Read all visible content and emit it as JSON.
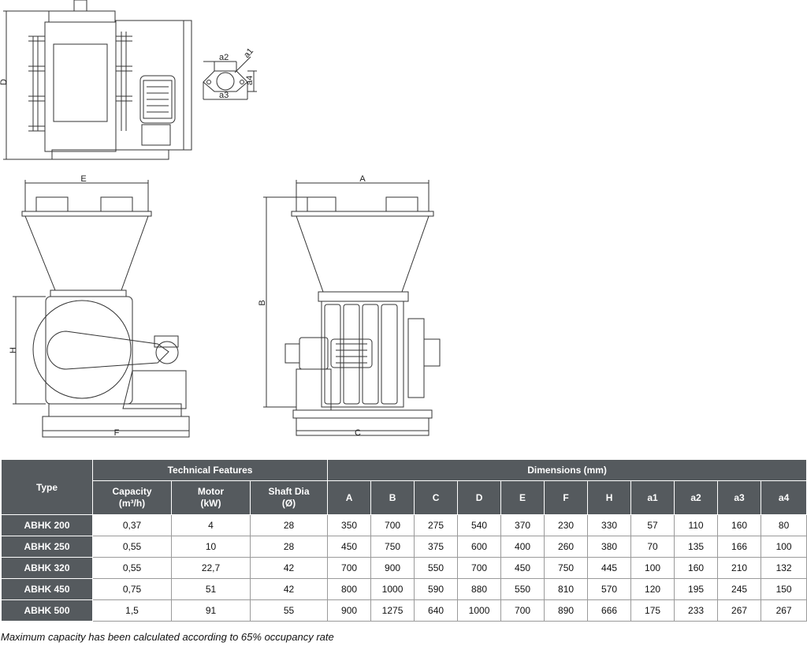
{
  "labels": {
    "D": "D",
    "E": "E",
    "A": "A",
    "H": "H",
    "B": "B",
    "F": "F",
    "C": "C",
    "a1": "a1",
    "a2": "a2",
    "a3": "a3",
    "a4": "a4"
  },
  "table": {
    "type_header": "Type",
    "technical_header": "Technical Features",
    "dimensions_header": "Dimensions (mm)",
    "tech_columns": [
      {
        "line1": "Capacity",
        "line2": "(m³/h)"
      },
      {
        "line1": "Motor",
        "line2": "(kW)"
      },
      {
        "line1": "Shaft Dia",
        "line2": "(Ø)"
      }
    ],
    "dim_columns": [
      "A",
      "B",
      "C",
      "D",
      "E",
      "F",
      "H",
      "a1",
      "a2",
      "a3",
      "a4"
    ],
    "rows": [
      {
        "type": "ABHK 200",
        "values": [
          "0,37",
          "4",
          "28",
          "350",
          "700",
          "275",
          "540",
          "370",
          "230",
          "330",
          "57",
          "110",
          "160",
          "80"
        ]
      },
      {
        "type": "ABHK 250",
        "values": [
          "0,55",
          "10",
          "28",
          "450",
          "750",
          "375",
          "600",
          "400",
          "260",
          "380",
          "70",
          "135",
          "166",
          "100"
        ]
      },
      {
        "type": "ABHK 320",
        "values": [
          "0,55",
          "22,7",
          "42",
          "700",
          "900",
          "550",
          "700",
          "450",
          "750",
          "445",
          "100",
          "160",
          "210",
          "132"
        ]
      },
      {
        "type": "ABHK 450",
        "values": [
          "0,75",
          "51",
          "42",
          "800",
          "1000",
          "590",
          "880",
          "550",
          "810",
          "570",
          "120",
          "195",
          "245",
          "150"
        ]
      },
      {
        "type": "ABHK 500",
        "values": [
          "1,5",
          "91",
          "55",
          "900",
          "1275",
          "640",
          "1000",
          "700",
          "890",
          "666",
          "175",
          "233",
          "267",
          "267"
        ]
      }
    ]
  },
  "footnote": "Maximum capacity has been calculated according to 65% occupancy rate"
}
